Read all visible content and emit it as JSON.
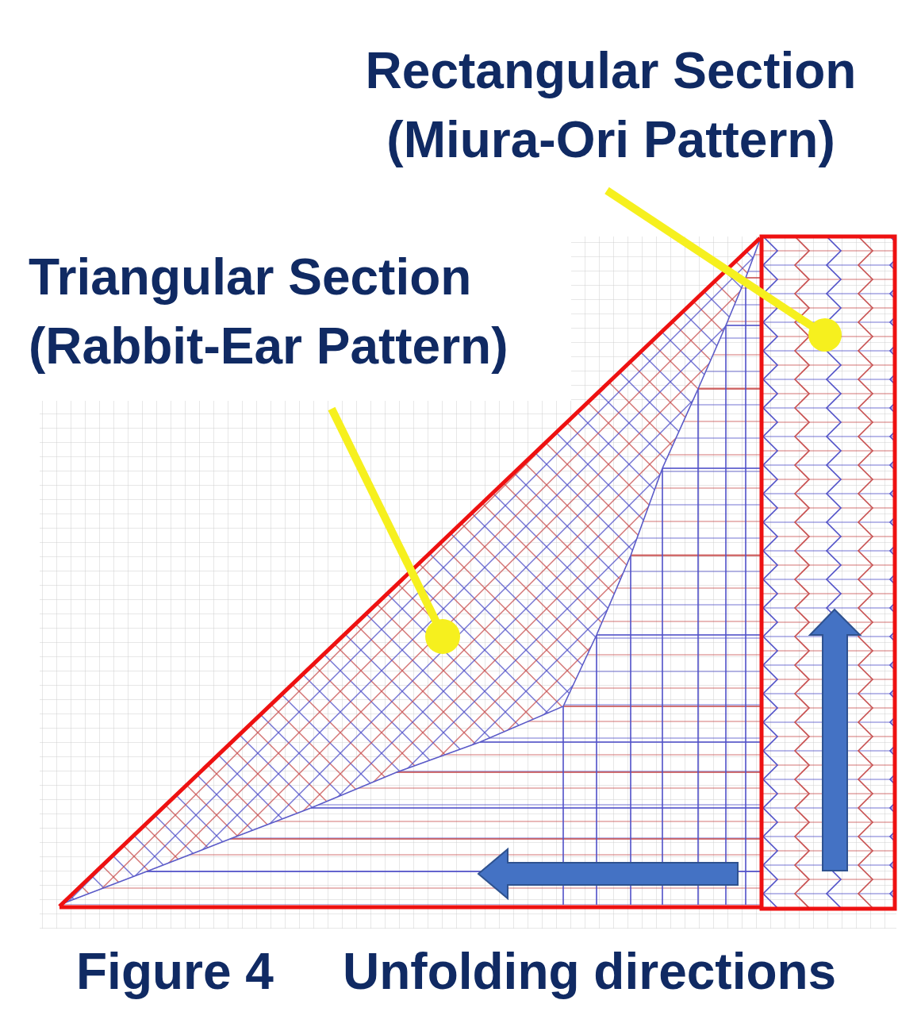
{
  "diagram": {
    "labels": [
      "Rectangular Section (Miura-Ori Pattern)",
      "Triangular Section (Rabbit-Ear Pattern)",
      "Figure 4",
      "Unfolding directions"
    ]
  }
}
